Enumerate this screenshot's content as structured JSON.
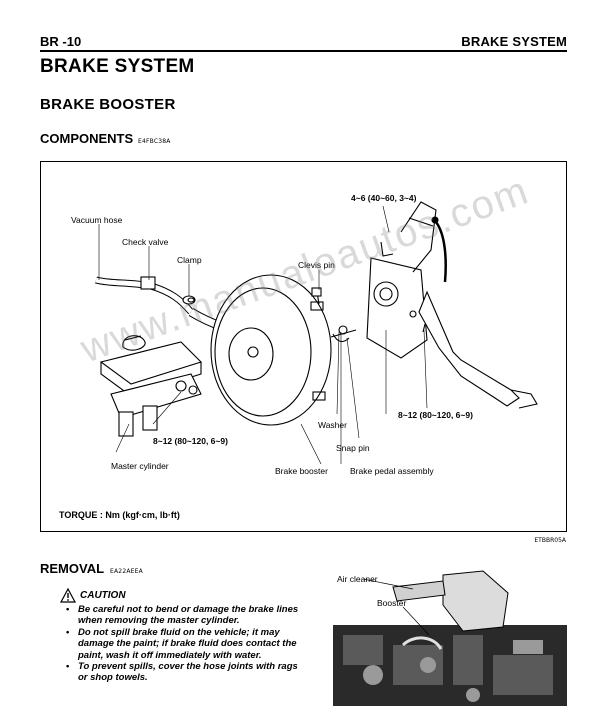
{
  "header": {
    "page_ref": "BR -10",
    "section_name": "BRAKE SYSTEM"
  },
  "title": "BRAKE SYSTEM",
  "subtitle": "BRAKE BOOSTER",
  "components": {
    "heading": "COMPONENTS",
    "code": "E4FBC38A"
  },
  "figure": {
    "labels": {
      "vacuum_hose": "Vacuum hose",
      "check_valve": "Check valve",
      "clamp": "Clamp",
      "clevis_pin": "Clevis pin",
      "torque_top": "4~6 (40~60, 3~4)",
      "torque_right": "8~12 (80~120, 6~9)",
      "torque_left": "8~12 (80~120, 6~9)",
      "washer": "Washer",
      "snap_pin": "Snap pin",
      "master_cylinder": "Master cylinder",
      "brake_booster": "Brake booster",
      "brake_pedal_assembly": "Brake pedal assembly"
    },
    "torque_note": "TORQUE : Nm (kgf·cm, lb·ft)",
    "figure_code": "ETBBR05A",
    "watermark": "www.manualoautos.com"
  },
  "removal": {
    "heading": "REMOVAL",
    "code": "EA22AEEA"
  },
  "caution": {
    "title": "CAUTION",
    "items": [
      "Be careful not to bend or damage the brake lines when removing the master cylinder.",
      "Do not spill brake fluid on the vehicle; it may damage the paint; if brake fluid does contact the paint, wash it off immediately with water.",
      "To prevent spills, cover the hose joints with rags or shop towels."
    ]
  },
  "photo": {
    "air_cleaner": "Air cleaner",
    "booster": "Booster"
  }
}
